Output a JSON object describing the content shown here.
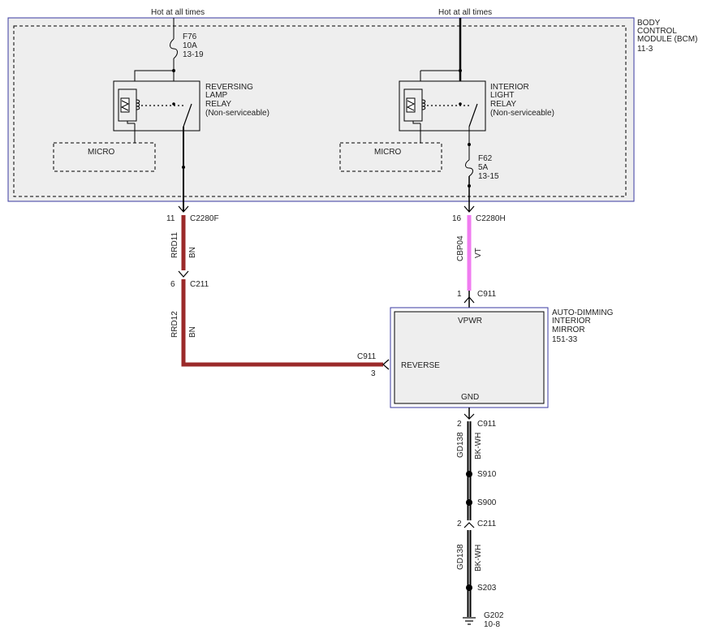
{
  "colors": {
    "brown_wire": "#9b2a2a",
    "violet_wire": "#f07cf0",
    "black_wire": "#000000",
    "module_fill": "#eeeeee",
    "module_border_blue": "#3a3aa0"
  },
  "bcm": {
    "label_line1": "BODY",
    "label_line2": "CONTROL",
    "label_line3": "MODULE (BCM)",
    "ref": "11-3"
  },
  "power": {
    "hot_left": "Hot at all times",
    "hot_right": "Hot at all times"
  },
  "fuses": [
    {
      "name": "F76",
      "rating": "10A",
      "ref": "13-19"
    },
    {
      "name": "F62",
      "rating": "5A",
      "ref": "13-15"
    }
  ],
  "relays": [
    {
      "line1": "REVERSING",
      "line2": "LAMP",
      "line3": "RELAY",
      "line4": "(Non-serviceable)"
    },
    {
      "line1": "INTERIOR",
      "line2": "LIGHT",
      "line3": "RELAY",
      "line4": "(Non-serviceable)"
    }
  ],
  "micro_boxes": [
    "MICRO",
    "MICRO"
  ],
  "connectors": {
    "c2280f_pin": "11",
    "c2280f": "C2280F",
    "c211_pin_top": "6",
    "c211_top": "C211",
    "c2280h_pin": "16",
    "c2280h": "C2280H",
    "c911_vpwr_pin": "1",
    "c911_vpwr": "C911",
    "c911_rev_pin": "3",
    "c911_rev": "C911",
    "c911_gnd_pin": "2",
    "c911_gnd": "C911",
    "c211_bottom_pin": "2",
    "c211_bottom": "C211"
  },
  "circuits": {
    "rrd11": "RRD11",
    "rrd11_color": "BN",
    "rrd12": "RRD12",
    "rrd12_color": "BN",
    "cbp04": "CBP04",
    "cbp04_color": "VT",
    "gd138_a": "GD138",
    "gd138_a_color": "BK-WH",
    "gd138_b": "GD138",
    "gd138_b_color": "BK-WH"
  },
  "mirror": {
    "label_line1": "AUTO-DIMMING",
    "label_line2": "INTERIOR",
    "label_line3": "MIRROR",
    "ref": "151-33",
    "pin_vpwr": "VPWR",
    "pin_reverse": "REVERSE",
    "pin_gnd": "GND"
  },
  "splices": [
    "S910",
    "S900",
    "S203"
  ],
  "ground": {
    "name": "G202",
    "ref": "10-8"
  }
}
